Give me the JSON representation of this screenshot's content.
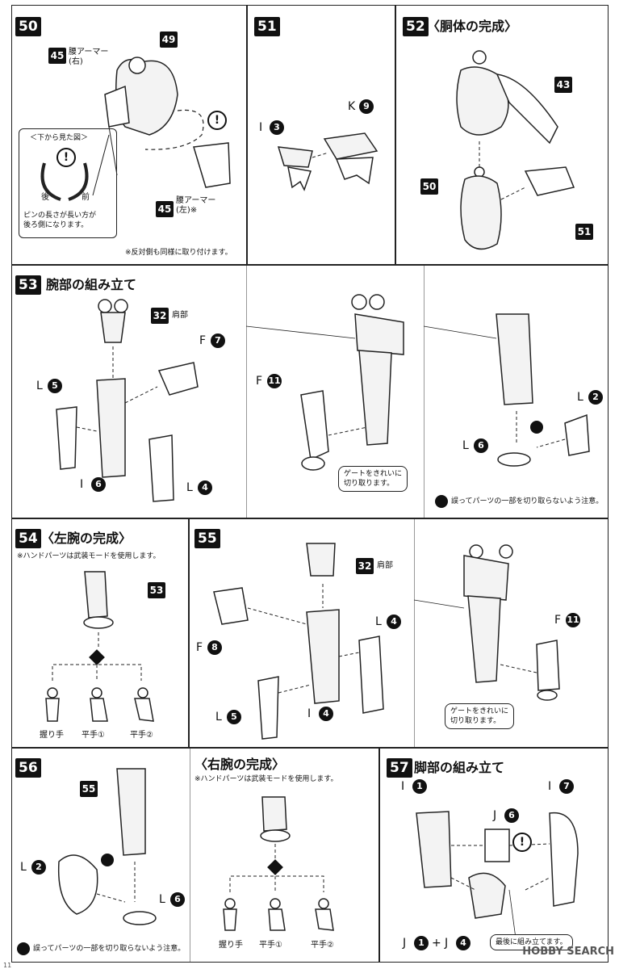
{
  "step50": {
    "num": "50",
    "part49": "49",
    "part45a": "45",
    "label45a": "腰アーマー\n(右)",
    "part45b": "45",
    "label45b": "腰アーマー\n(左)※",
    "inset_title": "＜下から見た図＞",
    "back": "後",
    "front": "前",
    "inset_note": "ピンの長さが長い方が\n後ろ側になります。",
    "footnote": "※反対側も同様に取り付けます。"
  },
  "step51": {
    "num": "51",
    "runnerI": "I",
    "partI": "3",
    "runnerK": "K",
    "partK": "9"
  },
  "step52": {
    "num": "52",
    "title": "〈胴体の完成〉",
    "part43": "43",
    "part50": "50",
    "part51": "51"
  },
  "step53": {
    "num": "53",
    "title": "腕部の組み立て",
    "part32": "32",
    "label32": "肩部",
    "runnerF": "F",
    "partF7": "7",
    "runnerL": "L",
    "partL5": "5",
    "partI6": "6",
    "partL4": "4",
    "partF11": "11",
    "callout": "ゲートをきれいに\n切り取ります。",
    "partL2": "2",
    "partL6": "6",
    "caution": "誤ってパーツの一部を切り取らないよう注意。",
    "runnerI": "I"
  },
  "step54": {
    "num": "54",
    "title": "〈左腕の完成〉",
    "note": "※ハンドパーツは武装モードを使用します。",
    "part53": "53",
    "hand1": "握り手",
    "hand2": "平手①",
    "hand3": "平手②"
  },
  "step55": {
    "num": "55",
    "part32": "32",
    "label32": "肩部",
    "runnerF": "F",
    "partF8": "8",
    "runnerL": "L",
    "partL4": "4",
    "partL5": "5",
    "runnerI": "I",
    "partI4": "4",
    "partF11": "11",
    "callout": "ゲートをきれいに\n切り取ります。"
  },
  "step56": {
    "num": "56",
    "part55": "55",
    "runnerL": "L",
    "partL2": "2",
    "partL6": "6",
    "caution": "誤ってパーツの一部を切り取らないよう注意。"
  },
  "step56b": {
    "title": "〈右腕の完成〉",
    "note": "※ハンドパーツは武装モードを使用します。",
    "hand1": "握り手",
    "hand2": "平手①",
    "hand3": "平手②"
  },
  "step57": {
    "num": "57",
    "title": "脚部の組み立て",
    "runnerI": "I",
    "partI1": "1",
    "partI7": "7",
    "runnerJ": "J",
    "partJ6": "6",
    "formulaJ1": "1",
    "formulaJ4": "4",
    "plus": "+",
    "last_note": "最後に組み立てます。"
  },
  "watermark": "HOBBY SEARCH",
  "page_num": "11"
}
